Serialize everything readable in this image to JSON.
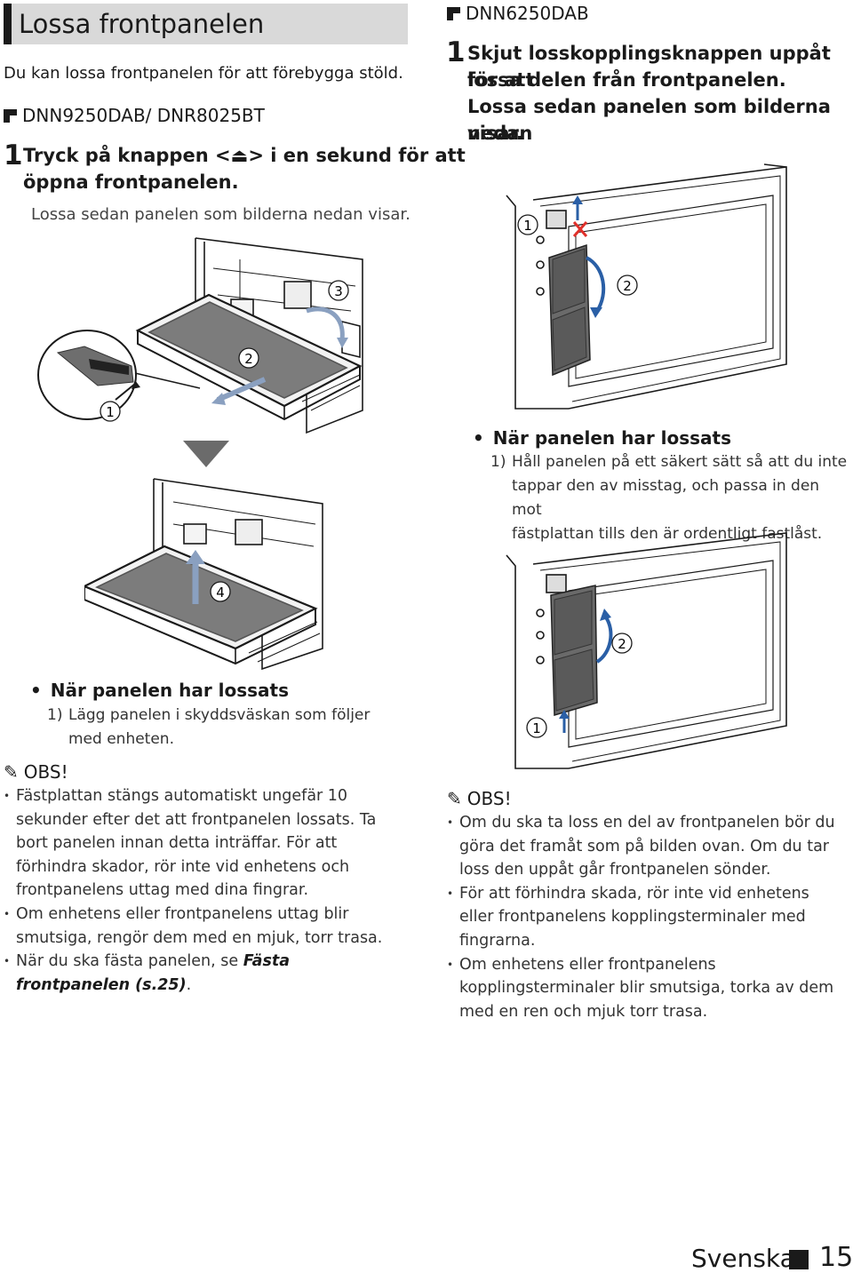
{
  "left": {
    "section_title": "Lossa frontpanelen",
    "intro": "Du kan lossa frontpanelen för att förebygga stöld.",
    "model": "DNN9250DAB/ DNR8025BT",
    "step_number": "1",
    "step_line1": "Tryck på knappen <⏏> i en sekund för att",
    "step_line2": "öppna frontpanelen.",
    "step_sub": "Lossa sedan panelen som bilderna nedan visar.",
    "callouts": {
      "c1": "1",
      "c2": "2",
      "c3": "3",
      "c4": "4"
    },
    "after_title": "När panelen har lossats",
    "after_num": "1)",
    "after_text": "Lägg panelen i skyddsväskan som följer med enheten.",
    "obs_label": "OBS!",
    "notes": [
      "Fästplattan stängs automatiskt ungefär 10 sekunder efter det att frontpanelen lossats. Ta bort panelen innan detta inträffar. För att förhindra skador, rör inte vid enhetens och frontpanelens uttag med dina fingrar.",
      "Om enhetens eller frontpanelens uttag blir smutsiga, rengör dem med en mjuk, torr trasa."
    ],
    "note3_prefix": "När du ska fästa panelen, se ",
    "note3_link": "Fästa frontpanelen (s.25)",
    "note3_suffix": "."
  },
  "right": {
    "model": "DNN6250DAB",
    "step_number": "1",
    "step_line1": "Skjut losskopplingsknappen uppåt för att",
    "step_line2": "lossa delen från frontpanelen.",
    "step_line3": "Lossa sedan panelen som bilderna nedan",
    "step_line4": "visar.",
    "callouts": {
      "c1": "1",
      "c2": "2",
      "c3": "1",
      "c4": "2"
    },
    "after_title": "När panelen har lossats",
    "after_num": "1)",
    "after_line1": "Håll panelen på ett säkert sätt så att du inte",
    "after_line2": "tappar den av misstag, och passa in den mot",
    "after_line3": "fästplattan tills den är ordentligt fastlåst.",
    "obs_label": "OBS!",
    "notes": [
      "Om du ska ta loss en del av frontpanelen bör du göra det framåt som på bilden ovan. Om du tar loss den uppåt går frontpanelen sönder.",
      "För att förhindra skada, rör inte vid enhetens eller frontpanelens kopplingsterminaler med fingrarna.",
      "Om enhetens eller frontpanelens kopplingsterminaler blir smutsiga, torka av dem med en ren och mjuk torr trasa."
    ]
  },
  "footer": {
    "language": "Svenska",
    "page_number": "15"
  },
  "colors": {
    "arrow_blue": "#2a5fa6",
    "header_gray": "#d9d9d9",
    "x_red": "#e0302a"
  },
  "icons": [
    "pencil-icon",
    "eject-icon",
    "arrow-down-triangle-icon"
  ]
}
